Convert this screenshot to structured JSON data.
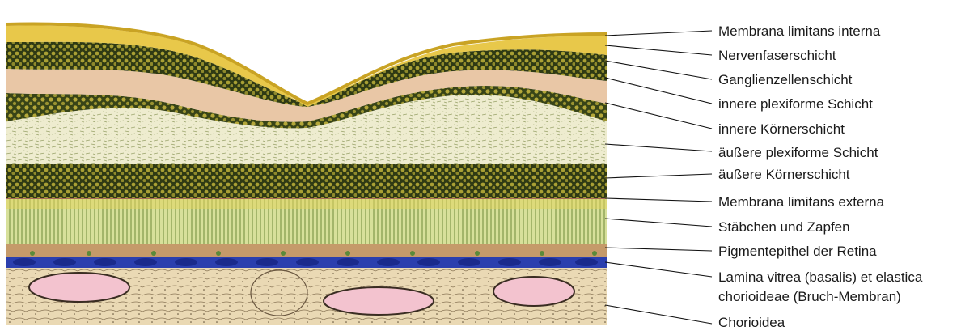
{
  "labels": [
    "Membrana limitans interna",
    "Nervenfaserschicht",
    "Ganglienzellenschicht",
    "innere plexiforme Schicht",
    "innere Körnerschicht",
    "äußere plexiforme Schicht",
    "äußere Körnerschicht",
    "Membrana limitans externa",
    "Stäbchen und Zapfen",
    "Pigmentepithel der Retina",
    "Lamina vitrea (basalis) et elastica",
    "chorioideae (Bruch-Membran)",
    "Chorioidea"
  ],
  "colors": {
    "vitreous_border": "#d8b52a",
    "nerve_fiber": "#e8c84a",
    "nuclear_layer": "#2f3a14",
    "nuclear_dots": "#c9b23a",
    "plexiform_inner": "#e6e6b8",
    "plexiform_outer": "#f1f0d2",
    "pink_band": "#e9c7a6",
    "rods_cones": "#c9d68a",
    "pigment_epithelium": "#c59a6a",
    "bruch_membrane": "#2437a8",
    "choroid": "#ead9b4",
    "vessel": "#f3c3cf"
  }
}
